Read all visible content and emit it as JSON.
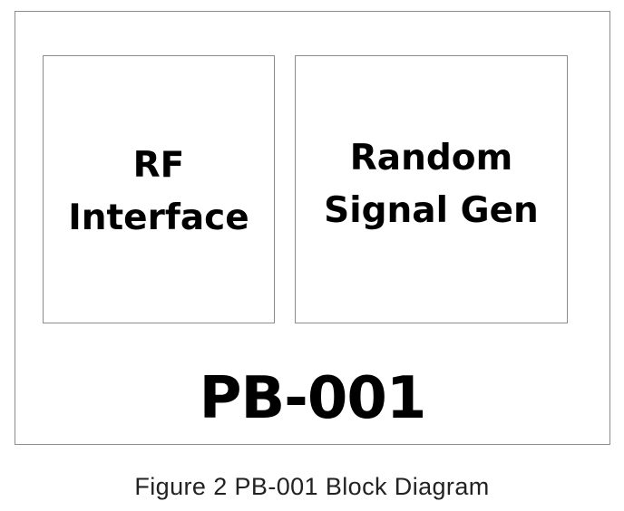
{
  "diagram": {
    "blocks": [
      {
        "label": "RF\nInterface"
      },
      {
        "label": "Random\nSignal Gen"
      }
    ],
    "part_number": "PB-001"
  },
  "caption": "Figure 2 PB-001 Block Diagram"
}
